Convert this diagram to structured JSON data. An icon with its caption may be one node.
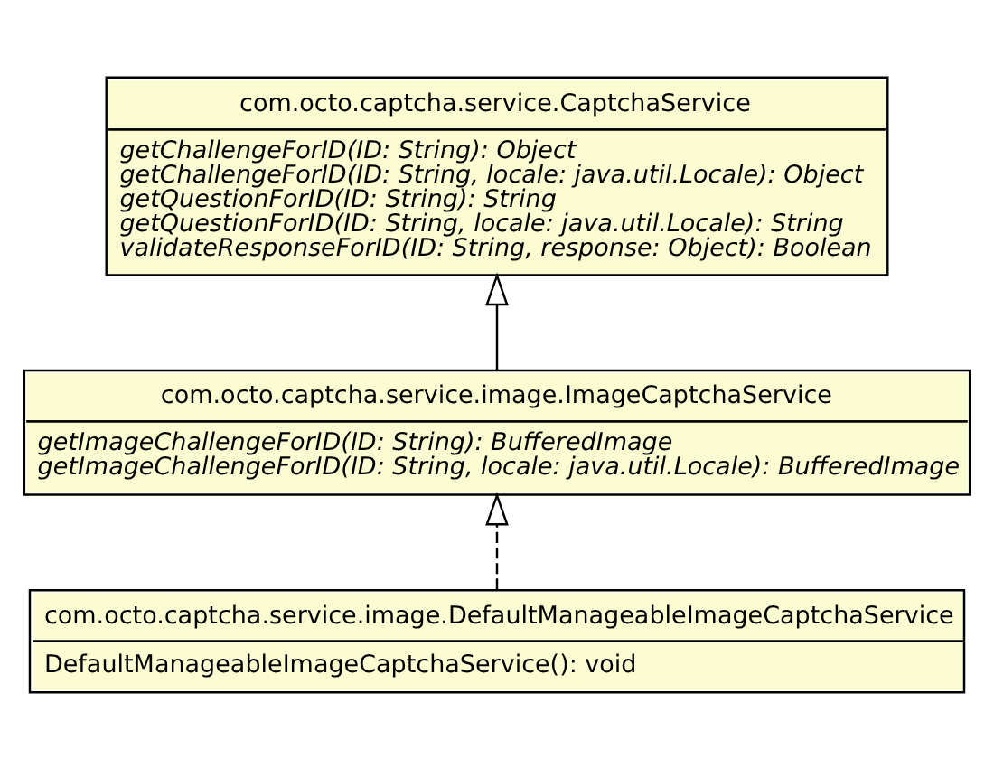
{
  "diagram": {
    "nodes": [
      {
        "text": [
          "com.octo.captcha.service.CaptchaService",
          "getChallengeForID(ID: String): Object",
          "getChallengeForID(ID: String, locale: java.util.Locale): Object",
          "getQuestionForID(ID: String): String",
          "getQuestionForID(ID: String, locale: java.util.Locale): String",
          "validateResponseForID(ID: String, response: Object): Boolean"
        ]
      },
      {
        "text": [
          "com.octo.captcha.service.image.ImageCaptchaService",
          "getImageChallengeForID(ID: String): BufferedImage",
          "getImageChallengeForID(ID: String, locale: java.util.Locale): BufferedImage"
        ]
      },
      {
        "text": [
          "com.octo.captcha.service.image.DefaultManageableImageCaptchaService",
          "DefaultManageableImageCaptchaService(): void"
        ]
      }
    ],
    "edges": [
      {
        "from": 1,
        "to": 0,
        "arrow": "to"
      },
      {
        "from": 2,
        "to": 1,
        "arrow": "to",
        "style": "dashed"
      }
    ]
  }
}
